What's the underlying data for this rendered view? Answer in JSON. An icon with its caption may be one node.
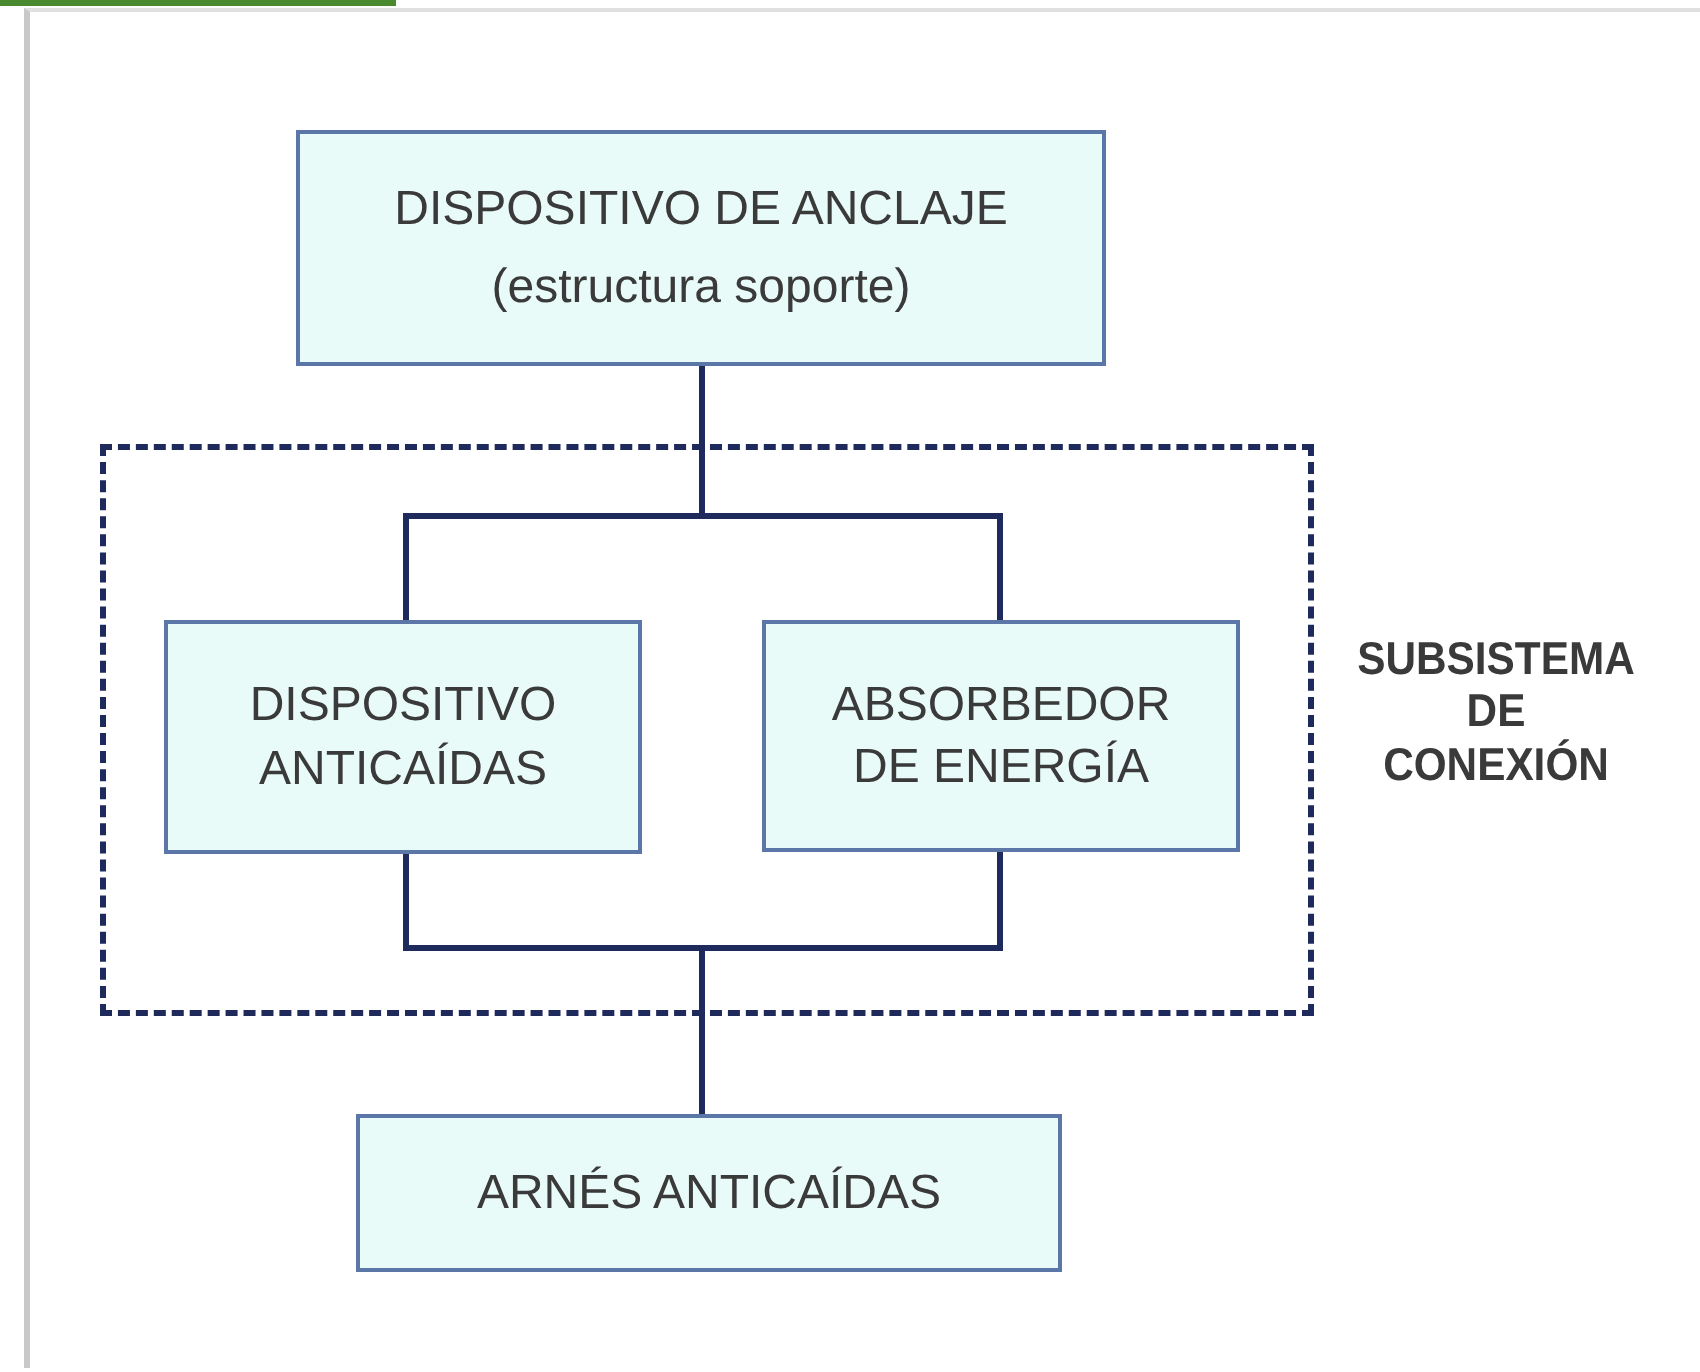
{
  "diagram": {
    "nodes": [
      {
        "text": [
          "DISPOSITIVO DE ANCLAJE",
          "(estructura soporte)"
        ]
      },
      {
        "text": [],
        "shape": "box",
        "beside": [
          "SUBSISTEMA DE CONEXIÓN"
        ]
      },
      {
        "text": [
          "DISPOSITIVO ANTICAÍDAS"
        ],
        "in": 1
      },
      {
        "text": [
          "ABSORBEDOR DE ENERGÍA"
        ],
        "in": 1
      },
      {
        "text": [
          "ARNÉS ANTICAÍDAS"
        ]
      }
    ],
    "edges": [
      {
        "from": 0,
        "to": 2,
        "arrow": "none"
      },
      {
        "from": 0,
        "to": 3,
        "arrow": "none"
      },
      {
        "from": 2,
        "to": 4,
        "arrow": "none"
      },
      {
        "from": 3,
        "to": 4,
        "arrow": "none"
      }
    ]
  }
}
